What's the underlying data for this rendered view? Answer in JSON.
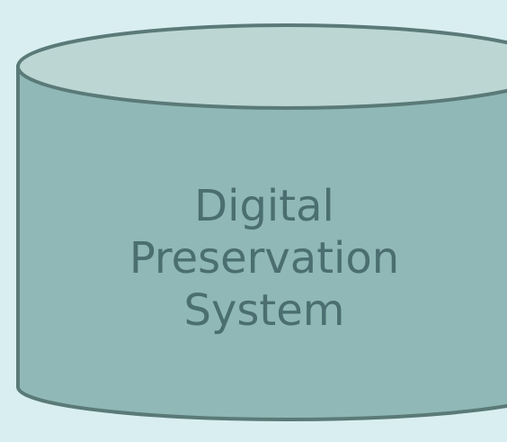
{
  "diagram": {
    "node": {
      "shape": "cylinder",
      "label_lines": [
        "Digital",
        "Preservation",
        "System"
      ]
    },
    "colors": {
      "background": "#d9eef1",
      "body_fill": "#8fb8b6",
      "top_fill": "#bcd6d4",
      "stroke": "#5a7a78",
      "text": "#4b6e70"
    }
  }
}
